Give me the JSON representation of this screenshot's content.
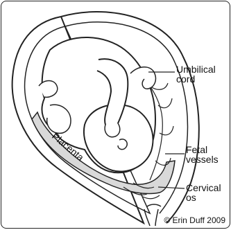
{
  "labels": {
    "umbilical_cord": "Umbilical\ncord",
    "fetal_vessels": "Fetal\nvessels",
    "cervical_os": "Cervical\nos",
    "placenta": "Placenta"
  },
  "copyright": "© Erin Duff 2009",
  "colors": {
    "line": "#222222",
    "placenta_fill": "#d9d9d9",
    "body_fill": "#ffffff"
  }
}
